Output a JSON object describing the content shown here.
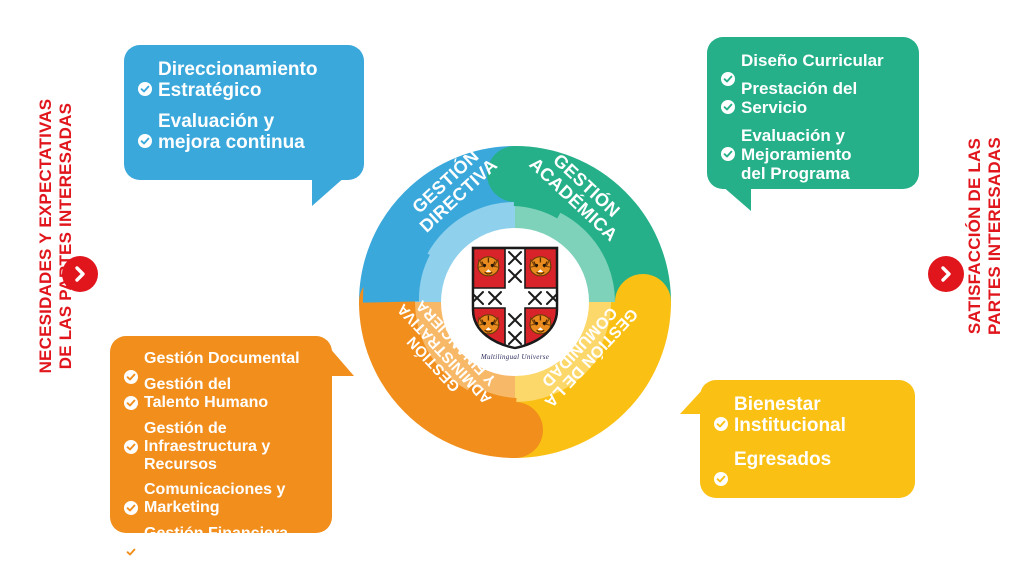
{
  "sides": {
    "left": {
      "text": "NECESIDADES Y EXPECTATIVAS\nDE LAS PARTES INTERESADAS",
      "arrow_icon": "chevron-right-icon",
      "color": "#E1161D"
    },
    "right": {
      "text": "SATISFACCIÓN DE LAS\nPARTES INTERESADAS",
      "arrow_icon": "chevron-right-icon",
      "color": "#E1161D"
    }
  },
  "wheel": {
    "segments": [
      {
        "key": "directiva",
        "label": "GESTIÓN\nDIRECTIVA",
        "color": "#3BA8DC",
        "halo": "#8FD0EC"
      },
      {
        "key": "academica",
        "label": "GESTIÓN\nACADÉMICA",
        "color": "#25B089",
        "halo": "#7FD2BA"
      },
      {
        "key": "administrativa",
        "label": "GESTIÓN\nADMINISTRATIVA\nY FINANCIERA",
        "color": "#F18E1C",
        "halo": "#F7B968"
      },
      {
        "key": "comunidad",
        "label": "GESTIÓN DE LA\nCOMUNIDAD",
        "color": "#FAC114",
        "halo": "#FCD86B"
      }
    ],
    "logo": {
      "name": "university-shield-logo",
      "motto": "Multilingual Universe",
      "shield_color": "#D8232A",
      "cross_color": "#FFFFFF"
    }
  },
  "callouts": {
    "directiva": {
      "color": "#3BA8DC",
      "items": [
        "Direccionamiento\nEstratégico",
        "Evaluación y\nmejora continua"
      ]
    },
    "academica": {
      "color": "#25B089",
      "items": [
        "Diseño Curricular",
        "Prestación del\nServicio",
        "Evaluación y\nMejoramiento\ndel Programa"
      ]
    },
    "administrativa": {
      "color": "#F18E1C",
      "items": [
        "Gestión Documental",
        "Gestión del\nTalento Humano",
        "Gestión de\nInfraestructura y\nRecursos",
        "Comunicaciones y\nMarketing",
        "Gestión Financiera"
      ]
    },
    "comunidad": {
      "color": "#FAC114",
      "items": [
        "Bienestar\nInstitucional",
        "Egresados"
      ]
    }
  }
}
